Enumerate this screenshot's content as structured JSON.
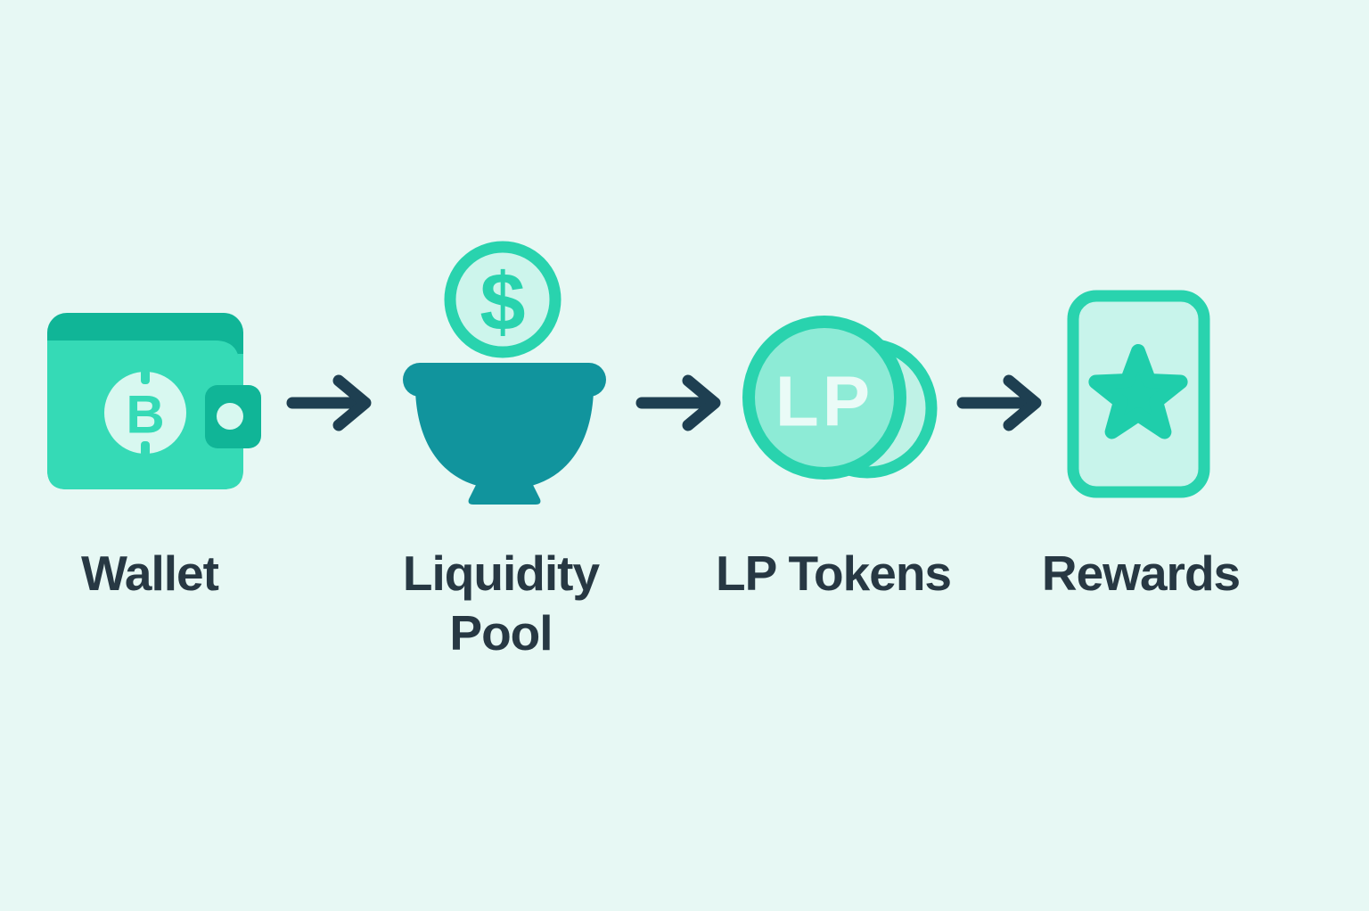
{
  "title": "Liquidity pool flow diagram",
  "palette": {
    "background": "#e7f8f4",
    "green_mid": "#35dab6",
    "green_deep": "#10b597",
    "mint_pale": "#d8f8f0",
    "mint_coin": "#cdf5ec",
    "mint_card": "#c8f4eb",
    "mint_back_coin": "#bff2e6",
    "mint_front_coin": "#8debd6",
    "green_ring": "#29d3ae",
    "teal_bowl": "#11949d",
    "green_star": "#1fceab",
    "arrow": "#1e3f51",
    "text": "#273843",
    "text_on_coin": "#eafbf7"
  },
  "diagram": {
    "type": "flow",
    "direction": "left-to-right",
    "connector": "arrow-right",
    "steps": [
      {
        "id": "wallet",
        "label": "Wallet",
        "icon": "bitcoin-wallet-icon",
        "symbol": "B"
      },
      {
        "id": "liquidity-pool",
        "label": "Liquidity Pool",
        "line1": "Liquidity",
        "line2": "Pool",
        "icon": "coin-bowl-icon",
        "symbol": "$"
      },
      {
        "id": "lp-tokens",
        "label": "LP Tokens",
        "icon": "lp-coin-stack-icon",
        "symbol": "LP"
      },
      {
        "id": "rewards",
        "label": "Rewards",
        "icon": "reward-card-star-icon"
      }
    ]
  }
}
